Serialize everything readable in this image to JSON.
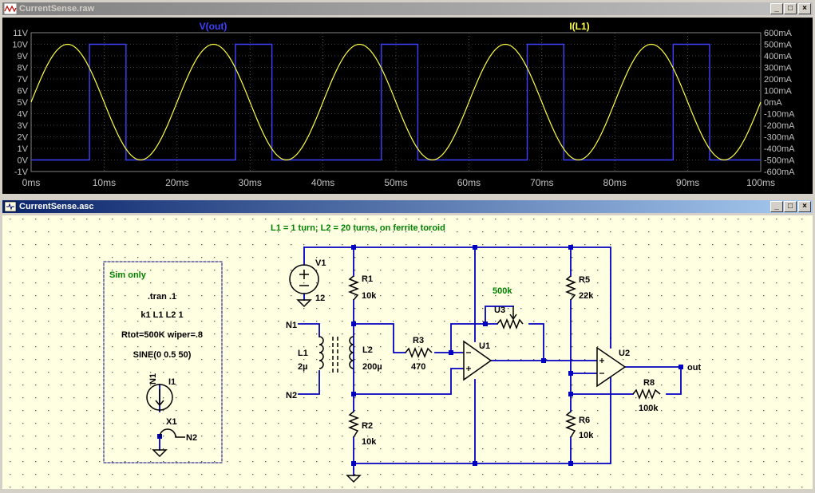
{
  "plot_window": {
    "title": "CurrentSense.raw",
    "trace_left": "V(out)",
    "trace_right": "I(L1)",
    "y_left_ticks": [
      "11V",
      "10V",
      "9V",
      "8V",
      "7V",
      "6V",
      "5V",
      "4V",
      "3V",
      "2V",
      "1V",
      "0V",
      "-1V"
    ],
    "y_right_ticks": [
      "600mA",
      "500mA",
      "400mA",
      "300mA",
      "200mA",
      "100mA",
      "0mA",
      "-100mA",
      "-200mA",
      "-300mA",
      "-400mA",
      "-500mA",
      "-600mA"
    ],
    "x_ticks": [
      "0ms",
      "10ms",
      "20ms",
      "30ms",
      "40ms",
      "50ms",
      "60ms",
      "70ms",
      "80ms",
      "90ms",
      "100ms"
    ]
  },
  "chart_data": {
    "type": "line",
    "xlabel": "",
    "ylabel": "",
    "x_range_ms": [
      0,
      100
    ],
    "ylim_left_V": [
      -1,
      11
    ],
    "ylim_right_mA": [
      -600,
      600
    ],
    "series": [
      {
        "name": "V(out)",
        "axis": "left",
        "color": "#4040ff",
        "shape": "square",
        "x_ms": [
          0,
          8,
          8,
          13,
          13,
          28,
          28,
          33,
          33,
          48,
          48,
          53,
          53,
          68,
          68,
          73,
          73,
          88,
          88,
          93,
          93,
          100
        ],
        "y_V": [
          0,
          0,
          10,
          10,
          0,
          0,
          10,
          10,
          0,
          0,
          10,
          10,
          0,
          0,
          10,
          10,
          0,
          0,
          10,
          10,
          0,
          0
        ]
      },
      {
        "name": "I(L1)",
        "axis": "right",
        "color": "#ffff40",
        "shape": "sine",
        "amplitude_mA": 500,
        "frequency_Hz": 50,
        "offset_mA": 0
      }
    ]
  },
  "schematic_window": {
    "title": "CurrentSense.asc",
    "comment": "L1 = 1 turn;  L2 = 20 turns, on ferrite toroid",
    "sim_box": {
      "title": "Sim only",
      "lines": [
        ".tran .1",
        "k1 L1 L2 1",
        "Rtot=500K wiper=.8",
        "SINE(0 0.5 50)"
      ],
      "source_name": "I1",
      "source_node": "N1",
      "switch_name": "X1",
      "switch_node": "N2"
    },
    "components": {
      "v1_name": "V1",
      "v1_value": "12",
      "r1_name": "R1",
      "r1_value": "10k",
      "r2_name": "R2",
      "r2_value": "10k",
      "r3_name": "R3",
      "r3_value": "470",
      "r5_name": "R5",
      "r5_value": "22k",
      "r6_name": "R6",
      "r6_value": "10k",
      "r8_name": "R8",
      "r8_value": "100k",
      "l1_name": "L1",
      "l1_value": "2µ",
      "l2_name": "L2",
      "l2_value": "200µ",
      "u1_name": "U1",
      "u2_name": "U2",
      "u3_name": "U3",
      "u3_value": "500k",
      "n1_label": "N1",
      "n2_label": "N2",
      "out_label": "out"
    }
  }
}
